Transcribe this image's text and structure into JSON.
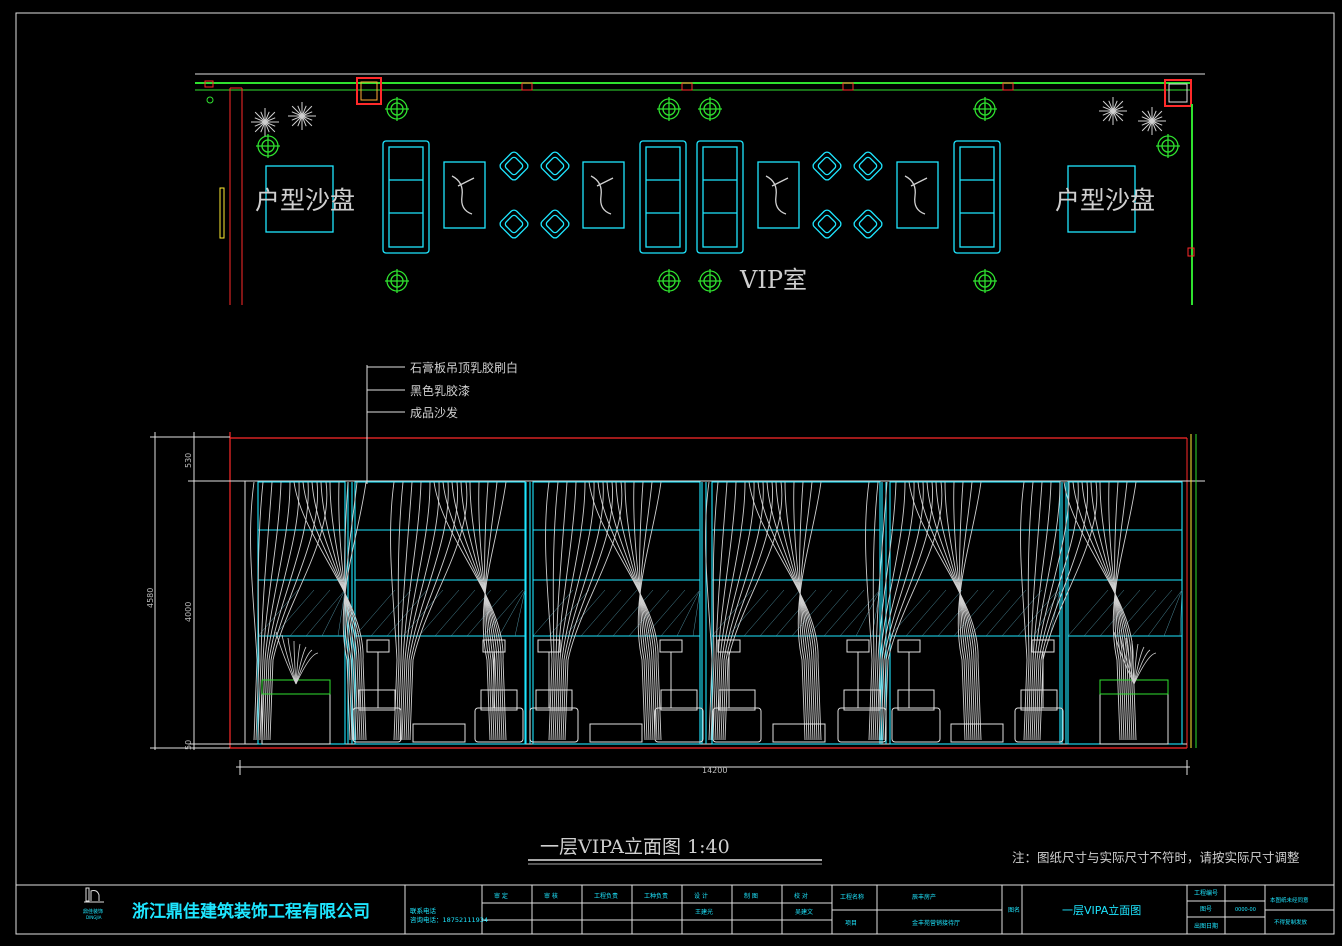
{
  "plan": {
    "room_label": "VIP室",
    "model_left": "户型沙盘",
    "model_right": "户型沙盘"
  },
  "elevation": {
    "callouts": [
      "石膏板吊顶乳胶刷白",
      "黑色乳胶漆",
      "成品沙发"
    ],
    "dim_total_height": "4580",
    "dim_top": "530",
    "dim_mid": "4000",
    "dim_bottom": "50",
    "dim_width": "14200"
  },
  "drawing_title": "一层VIPA立面图  1:40",
  "note": "注：图纸尺寸与实际尺寸不符时，请按实际尺寸调整",
  "title_block": {
    "logo_caption": "鼎佳装饰",
    "logo_sub": "DINGJIA",
    "company": "浙江鼎佳建筑装饰工程有限公司",
    "contact_line1": "联系电话",
    "contact_line2": "咨询电话：18752111934",
    "roles": [
      "审 定",
      "审 核",
      "工程负责",
      "工种负责",
      "设 计",
      "制 图",
      "校 对"
    ],
    "names": [
      "",
      "",
      "",
      "",
      "王建光",
      "",
      "吴建文"
    ],
    "project_label_1": "工程名称",
    "project_value_1": "辰丰房产",
    "project_label_2": "项目",
    "project_value_2": "金丰苑营销接待厅",
    "sheet_label": "图名",
    "sheet_title": "一层VIPA立面图",
    "code_label": "工程编号",
    "no_label": "图号",
    "no_value": "0000-00",
    "date_label": "出图日期",
    "right_1": "本图纸未经同意",
    "right_2": "不得复制发放"
  }
}
